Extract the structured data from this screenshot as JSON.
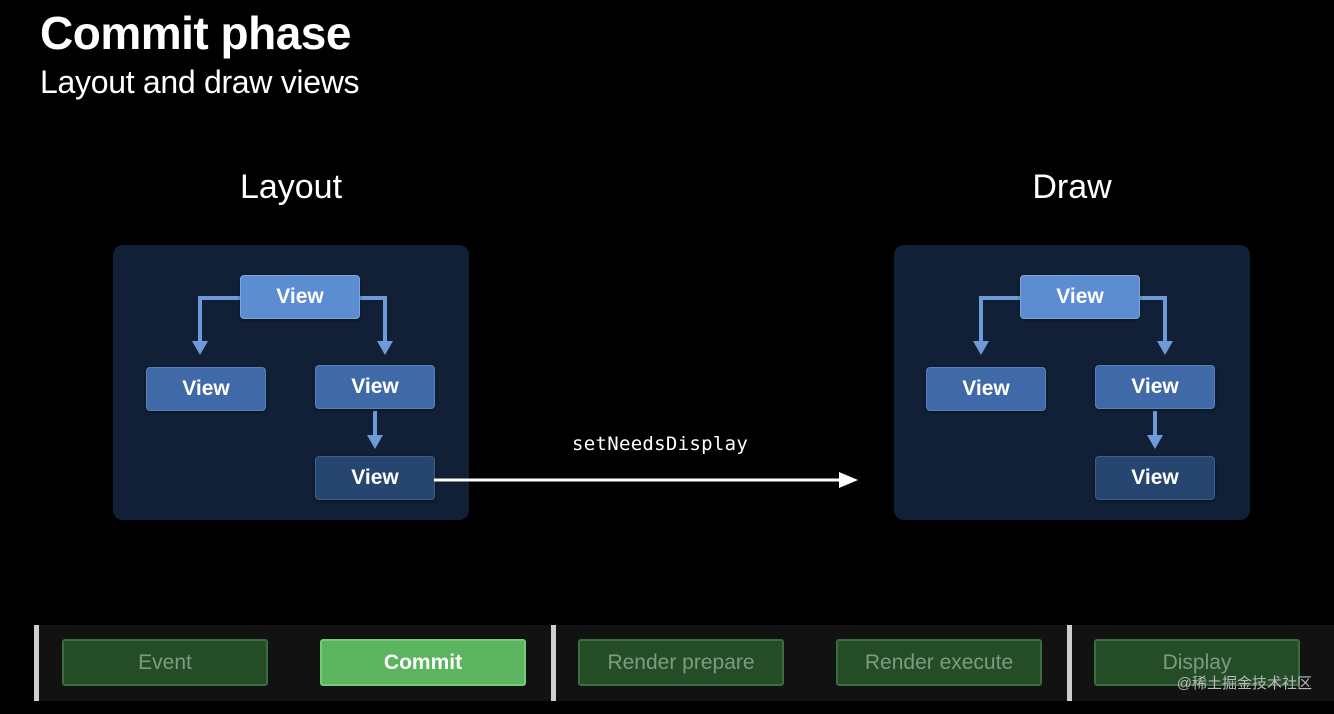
{
  "slide": {
    "title": "Commit phase",
    "subtitle": "Layout and draw views"
  },
  "layout_section": {
    "heading": "Layout",
    "nodes": [
      "View",
      "View",
      "View",
      "View"
    ]
  },
  "draw_section": {
    "heading": "Draw",
    "nodes": [
      "View",
      "View",
      "View",
      "View"
    ]
  },
  "transition": {
    "label": "setNeedsDisplay"
  },
  "pipeline": {
    "stages": [
      "Event",
      "Commit",
      "Render prepare",
      "Render execute",
      "Display"
    ],
    "active_stage": "Commit"
  },
  "watermark": "@稀土掘金技术社区",
  "colors": {
    "background": "#000000",
    "panel": "#112036",
    "node_root": "#5b8dd0",
    "node_child": "#3f6aa7",
    "node_leaf": "#27466f",
    "stage_active": "#5bb55f",
    "stage_inactive": "#244c26"
  }
}
